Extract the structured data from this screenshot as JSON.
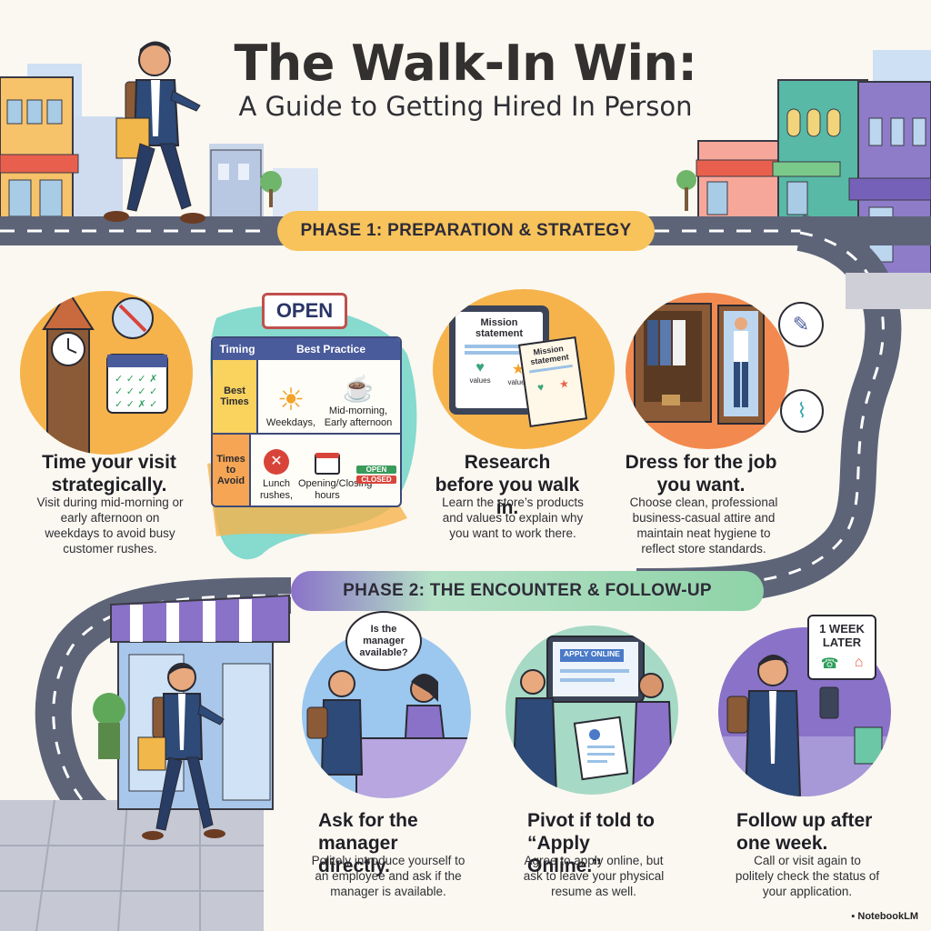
{
  "header": {
    "title": "The Walk-In Win:",
    "subtitle": "A Guide to Getting Hired In Person"
  },
  "phase1": {
    "banner": "PHASE 1: PREPARATION & STRATEGY",
    "cards": [
      {
        "title": "Time your visit strategically.",
        "desc": "Visit during mid-morning or early afternoon on weekdays to avoid busy customer rushes."
      },
      {
        "title": "Research before you walk in.",
        "desc": "Learn the store’s products and values to explain why you want to work there."
      },
      {
        "title": "Dress for the job you want.",
        "desc": "Choose clean, professional business-casual attire and maintain neat hygiene to reflect store standards."
      }
    ],
    "open_sign": "OPEN",
    "table": {
      "col1": "Timing",
      "col2": "Best Practice",
      "rows": [
        {
          "label": "Best Times",
          "items": [
            "Weekdays,",
            "Mid-morning, Early afternoon"
          ]
        },
        {
          "label": "Times to Avoid",
          "items": [
            "Lunch rushes,",
            "Opening/Closing hours"
          ]
        }
      ],
      "mini_open": "OPEN",
      "mini_closed": "CLOSED"
    },
    "mission": {
      "heading": "Mission statement",
      "values": "values"
    }
  },
  "phase2": {
    "banner": "PHASE 2: THE ENCOUNTER & FOLLOW-UP",
    "speech": "Is the manager available?",
    "apply_label": "APPLY ONLINE",
    "week_later": "1 WEEK LATER",
    "cards": [
      {
        "title": "Ask for the manager directly.",
        "desc": "Politely introduce yourself to an employee and ask if the manager is available."
      },
      {
        "title": "Pivot if told to “Apply Online.”",
        "desc": "Agree to apply online, but ask to leave your physical resume as well."
      },
      {
        "title": "Follow up after one week.",
        "desc": "Call or visit again to politely check the status of your application."
      }
    ]
  },
  "footer": {
    "credit": "NotebookLM"
  },
  "colors": {
    "banner1": "#f7c35a",
    "banner2": "#8fd3a8",
    "road": "#5d6478",
    "accent_orange": "#f3a648",
    "accent_blue": "#4a5b9c"
  }
}
